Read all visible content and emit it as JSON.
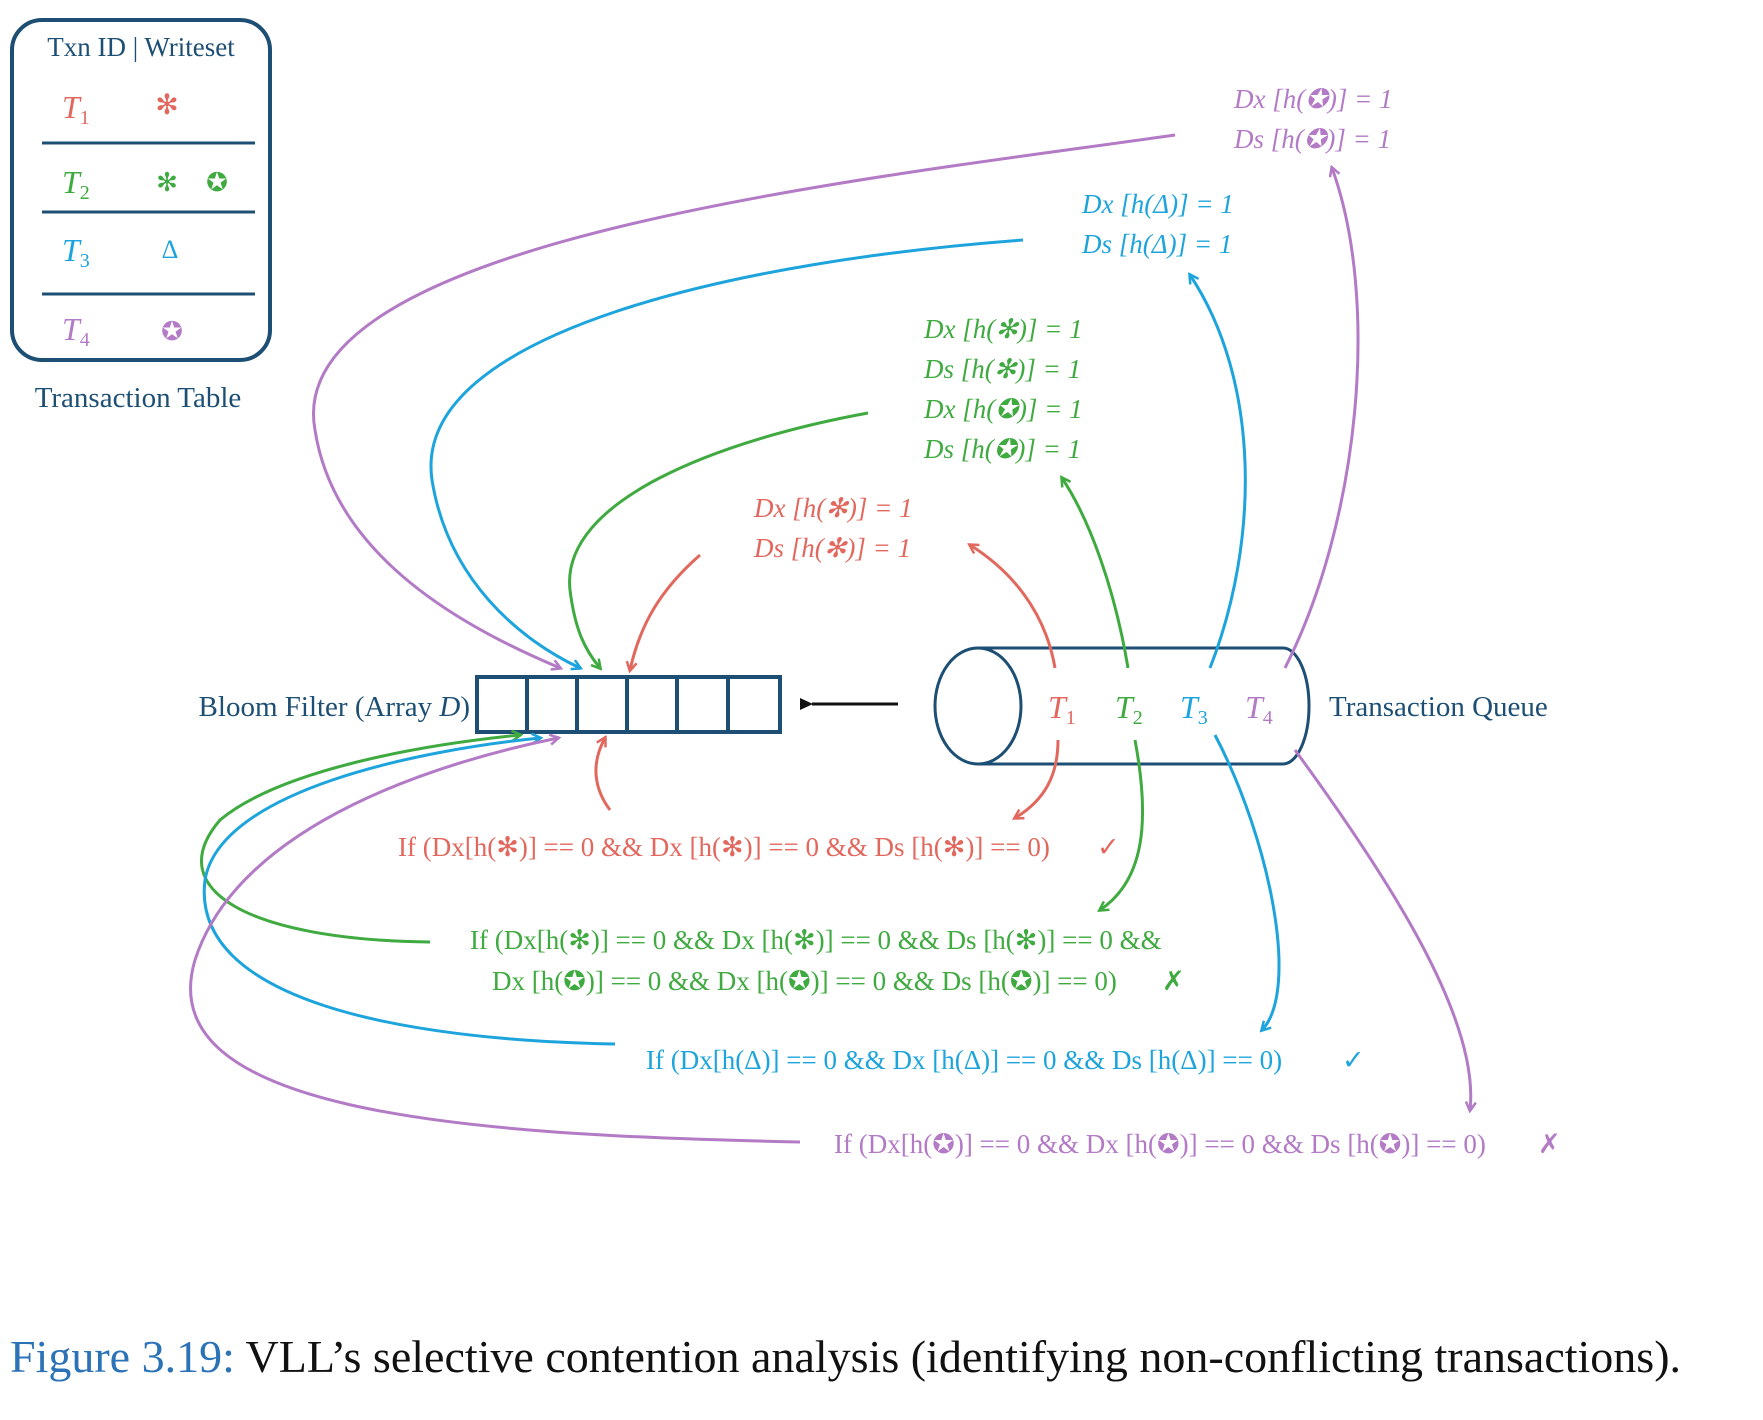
{
  "colors": {
    "navy": "#1d4f74",
    "red": "#e2685e",
    "green": "#3faa3f",
    "blue": "#1ea4dd",
    "purple": "#b37ac6",
    "black": "#111111"
  },
  "transaction_table": {
    "header": "Txn ID | Writeset",
    "label": "Transaction Table",
    "rows": [
      {
        "id": "T",
        "sub": "1",
        "writeset": [
          "✻"
        ],
        "color": "red"
      },
      {
        "id": "T",
        "sub": "2",
        "writeset": [
          "✻",
          "✪"
        ],
        "color": "green"
      },
      {
        "id": "T",
        "sub": "3",
        "writeset": [
          "Δ"
        ],
        "color": "blue"
      },
      {
        "id": "T",
        "sub": "4",
        "writeset": [
          "✪"
        ],
        "color": "purple"
      }
    ]
  },
  "bloom_filter": {
    "label_prefix": "Bloom Filter (Array ",
    "label_var": "D",
    "label_suffix": ")",
    "cells": 6
  },
  "queue": {
    "label": "Transaction Queue",
    "items": [
      {
        "id": "T",
        "sub": "1",
        "color": "red"
      },
      {
        "id": "T",
        "sub": "2",
        "color": "green"
      },
      {
        "id": "T",
        "sub": "3",
        "color": "blue"
      },
      {
        "id": "T",
        "sub": "4",
        "color": "purple"
      }
    ]
  },
  "updates": {
    "t4": [
      "Dx [h(✪)] = 1",
      "Ds [h(✪)] = 1"
    ],
    "t3": [
      "Dx [h(Δ)] = 1",
      "Ds [h(Δ)] = 1"
    ],
    "t2": [
      "Dx [h(✻)] = 1",
      "Ds [h(✻)] = 1",
      "Dx [h(✪)] = 1",
      "Ds [h(✪)] = 1"
    ],
    "t1": [
      "Dx [h(✻)] = 1",
      "Ds [h(✻)] = 1"
    ]
  },
  "checks": {
    "t1": {
      "lines": [
        "If (Dx[h(✻)] == 0 && Dx [h(✻)] == 0 && Ds [h(✻)] == 0)"
      ],
      "mark": "✓"
    },
    "t2": {
      "lines": [
        "If (Dx[h(✻)] == 0 && Dx [h(✻)] == 0 && Ds [h(✻)] == 0 &&",
        "Dx [h(✪)] == 0 && Dx [h(✪)] == 0 && Ds [h(✪)] == 0)"
      ],
      "mark": "✗"
    },
    "t3": {
      "lines": [
        "If (Dx[h(Δ)] == 0 && Dx [h(Δ)] == 0 && Ds [h(Δ)] == 0)"
      ],
      "mark": "✓"
    },
    "t4": {
      "lines": [
        "If (Dx[h(✪)] == 0 && Dx [h(✪)] == 0 && Ds [h(✪)] == 0)"
      ],
      "mark": "✗"
    }
  },
  "caption": {
    "number": "Figure 3.19:",
    "text": " VLL’s selective contention analysis (identifying non-conflicting transactions)."
  }
}
